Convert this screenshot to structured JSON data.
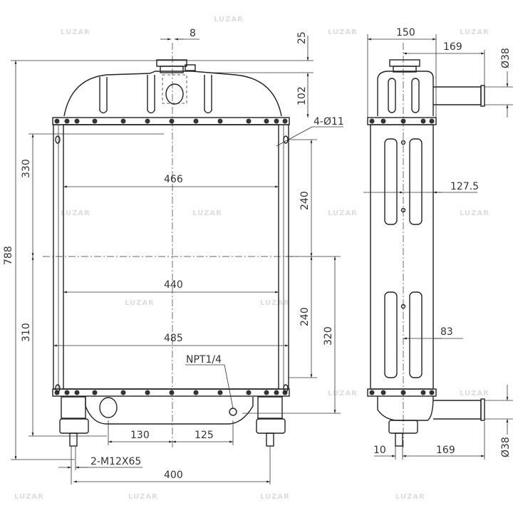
{
  "watermark": "LUZAR",
  "front_view": {
    "cap_offset": "8",
    "cap_height": "25",
    "tank_height": "102",
    "mount_holes": "4-Ø11",
    "upper_height": "330",
    "total_height": "788",
    "lower_height": "310",
    "core_width": "466",
    "upper_hole_spacing": "240",
    "core_inner_width": "440",
    "lower_hole_spacing": "240",
    "frame_width": "485",
    "lower_offset": "320",
    "drain_thread": "NPT1/4",
    "inlet_offset": "130",
    "drain_offset": "125",
    "studs": "2-M12X65",
    "stud_spacing": "400"
  },
  "side_view": {
    "depth": "150",
    "upper_pipe_reach": "169",
    "upper_pipe_diameter": "Ø38",
    "center_offset": "127.5",
    "lower_center_offset": "83",
    "stud_offset": "10",
    "lower_pipe_reach": "169",
    "lower_pipe_diameter": "Ø38"
  }
}
